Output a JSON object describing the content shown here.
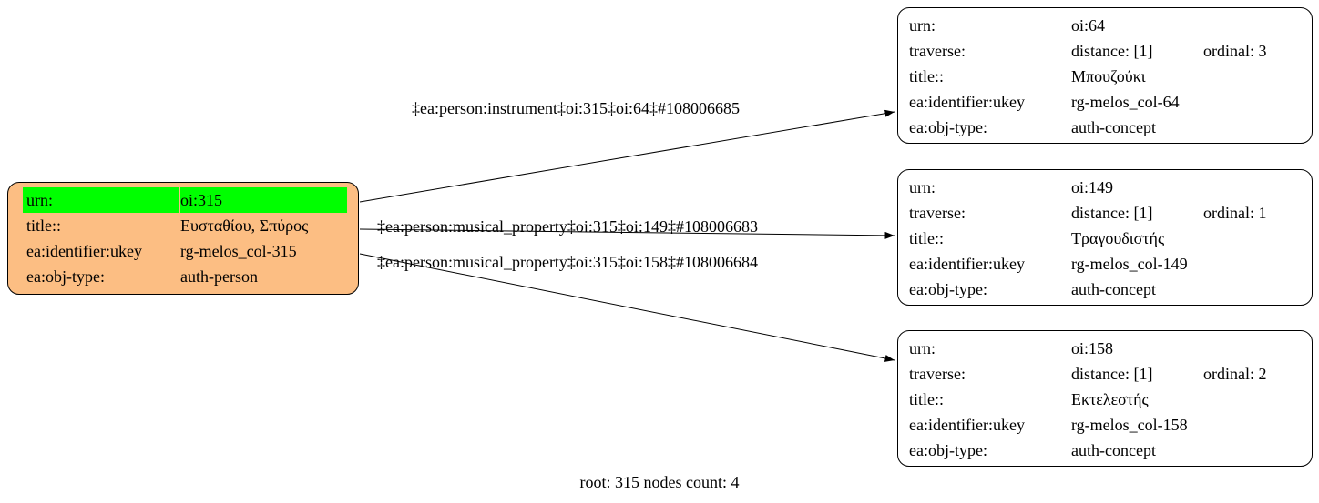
{
  "colors": {
    "root_fill": "#fcbe83",
    "highlight": "#00ff00",
    "node_fill": "#ffffff",
    "edge": "#000000"
  },
  "root": {
    "urn": {
      "key": "urn:",
      "value": "oi:315"
    },
    "title": {
      "key": "title::",
      "value": "Ευσταθίου, Σπύρος"
    },
    "identifier": {
      "key": "ea:identifier:ukey",
      "value": "rg-melos_col-315"
    },
    "objtype": {
      "key": "ea:obj-type:",
      "value": "auth-person"
    }
  },
  "targets": [
    {
      "urn": {
        "key": "urn:",
        "value": "oi:64"
      },
      "traverse": {
        "key": "traverse:",
        "distance": "distance: [1]",
        "ordinal": "ordinal: 3"
      },
      "title": {
        "key": "title::",
        "value": "Μπουζούκι"
      },
      "identifier": {
        "key": "ea:identifier:ukey",
        "value": "rg-melos_col-64"
      },
      "objtype": {
        "key": "ea:obj-type:",
        "value": "auth-concept"
      }
    },
    {
      "urn": {
        "key": "urn:",
        "value": "oi:149"
      },
      "traverse": {
        "key": "traverse:",
        "distance": "distance: [1]",
        "ordinal": "ordinal: 1"
      },
      "title": {
        "key": "title::",
        "value": "Τραγουδιστής"
      },
      "identifier": {
        "key": "ea:identifier:ukey",
        "value": "rg-melos_col-149"
      },
      "objtype": {
        "key": "ea:obj-type:",
        "value": "auth-concept"
      }
    },
    {
      "urn": {
        "key": "urn:",
        "value": "oi:158"
      },
      "traverse": {
        "key": "traverse:",
        "distance": "distance: [1]",
        "ordinal": "ordinal: 2"
      },
      "title": {
        "key": "title::",
        "value": "Εκτελεστής"
      },
      "identifier": {
        "key": "ea:identifier:ukey",
        "value": "rg-melos_col-158"
      },
      "objtype": {
        "key": "ea:obj-type:",
        "value": "auth-concept"
      }
    }
  ],
  "edges": [
    {
      "label": "‡ea:person:instrument‡oi:315‡oi:64‡#108006685"
    },
    {
      "label": "‡ea:person:musical_property‡oi:315‡oi:149‡#108006683"
    },
    {
      "label": "‡ea:person:musical_property‡oi:315‡oi:158‡#108006684"
    }
  ],
  "caption": "root: 315 nodes count: 4"
}
